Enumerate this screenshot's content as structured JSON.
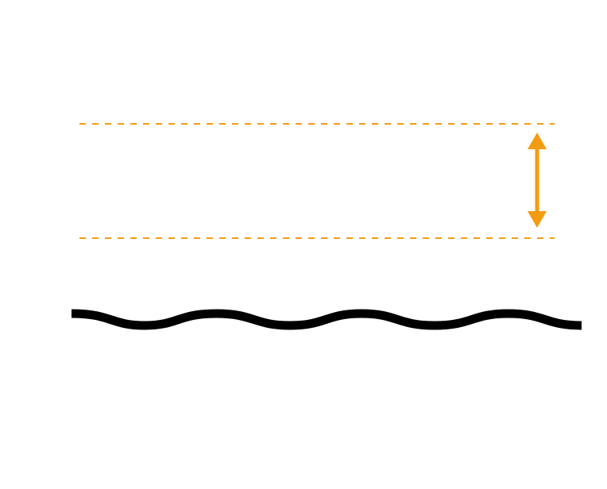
{
  "diagram": {
    "elements": [
      "dashed-line-top",
      "dashed-line-bottom",
      "double-headed-arrow",
      "wavy-line"
    ],
    "colors": {
      "accent": "#F39C12",
      "line": "#000000",
      "background": "#FFFFFF"
    }
  }
}
